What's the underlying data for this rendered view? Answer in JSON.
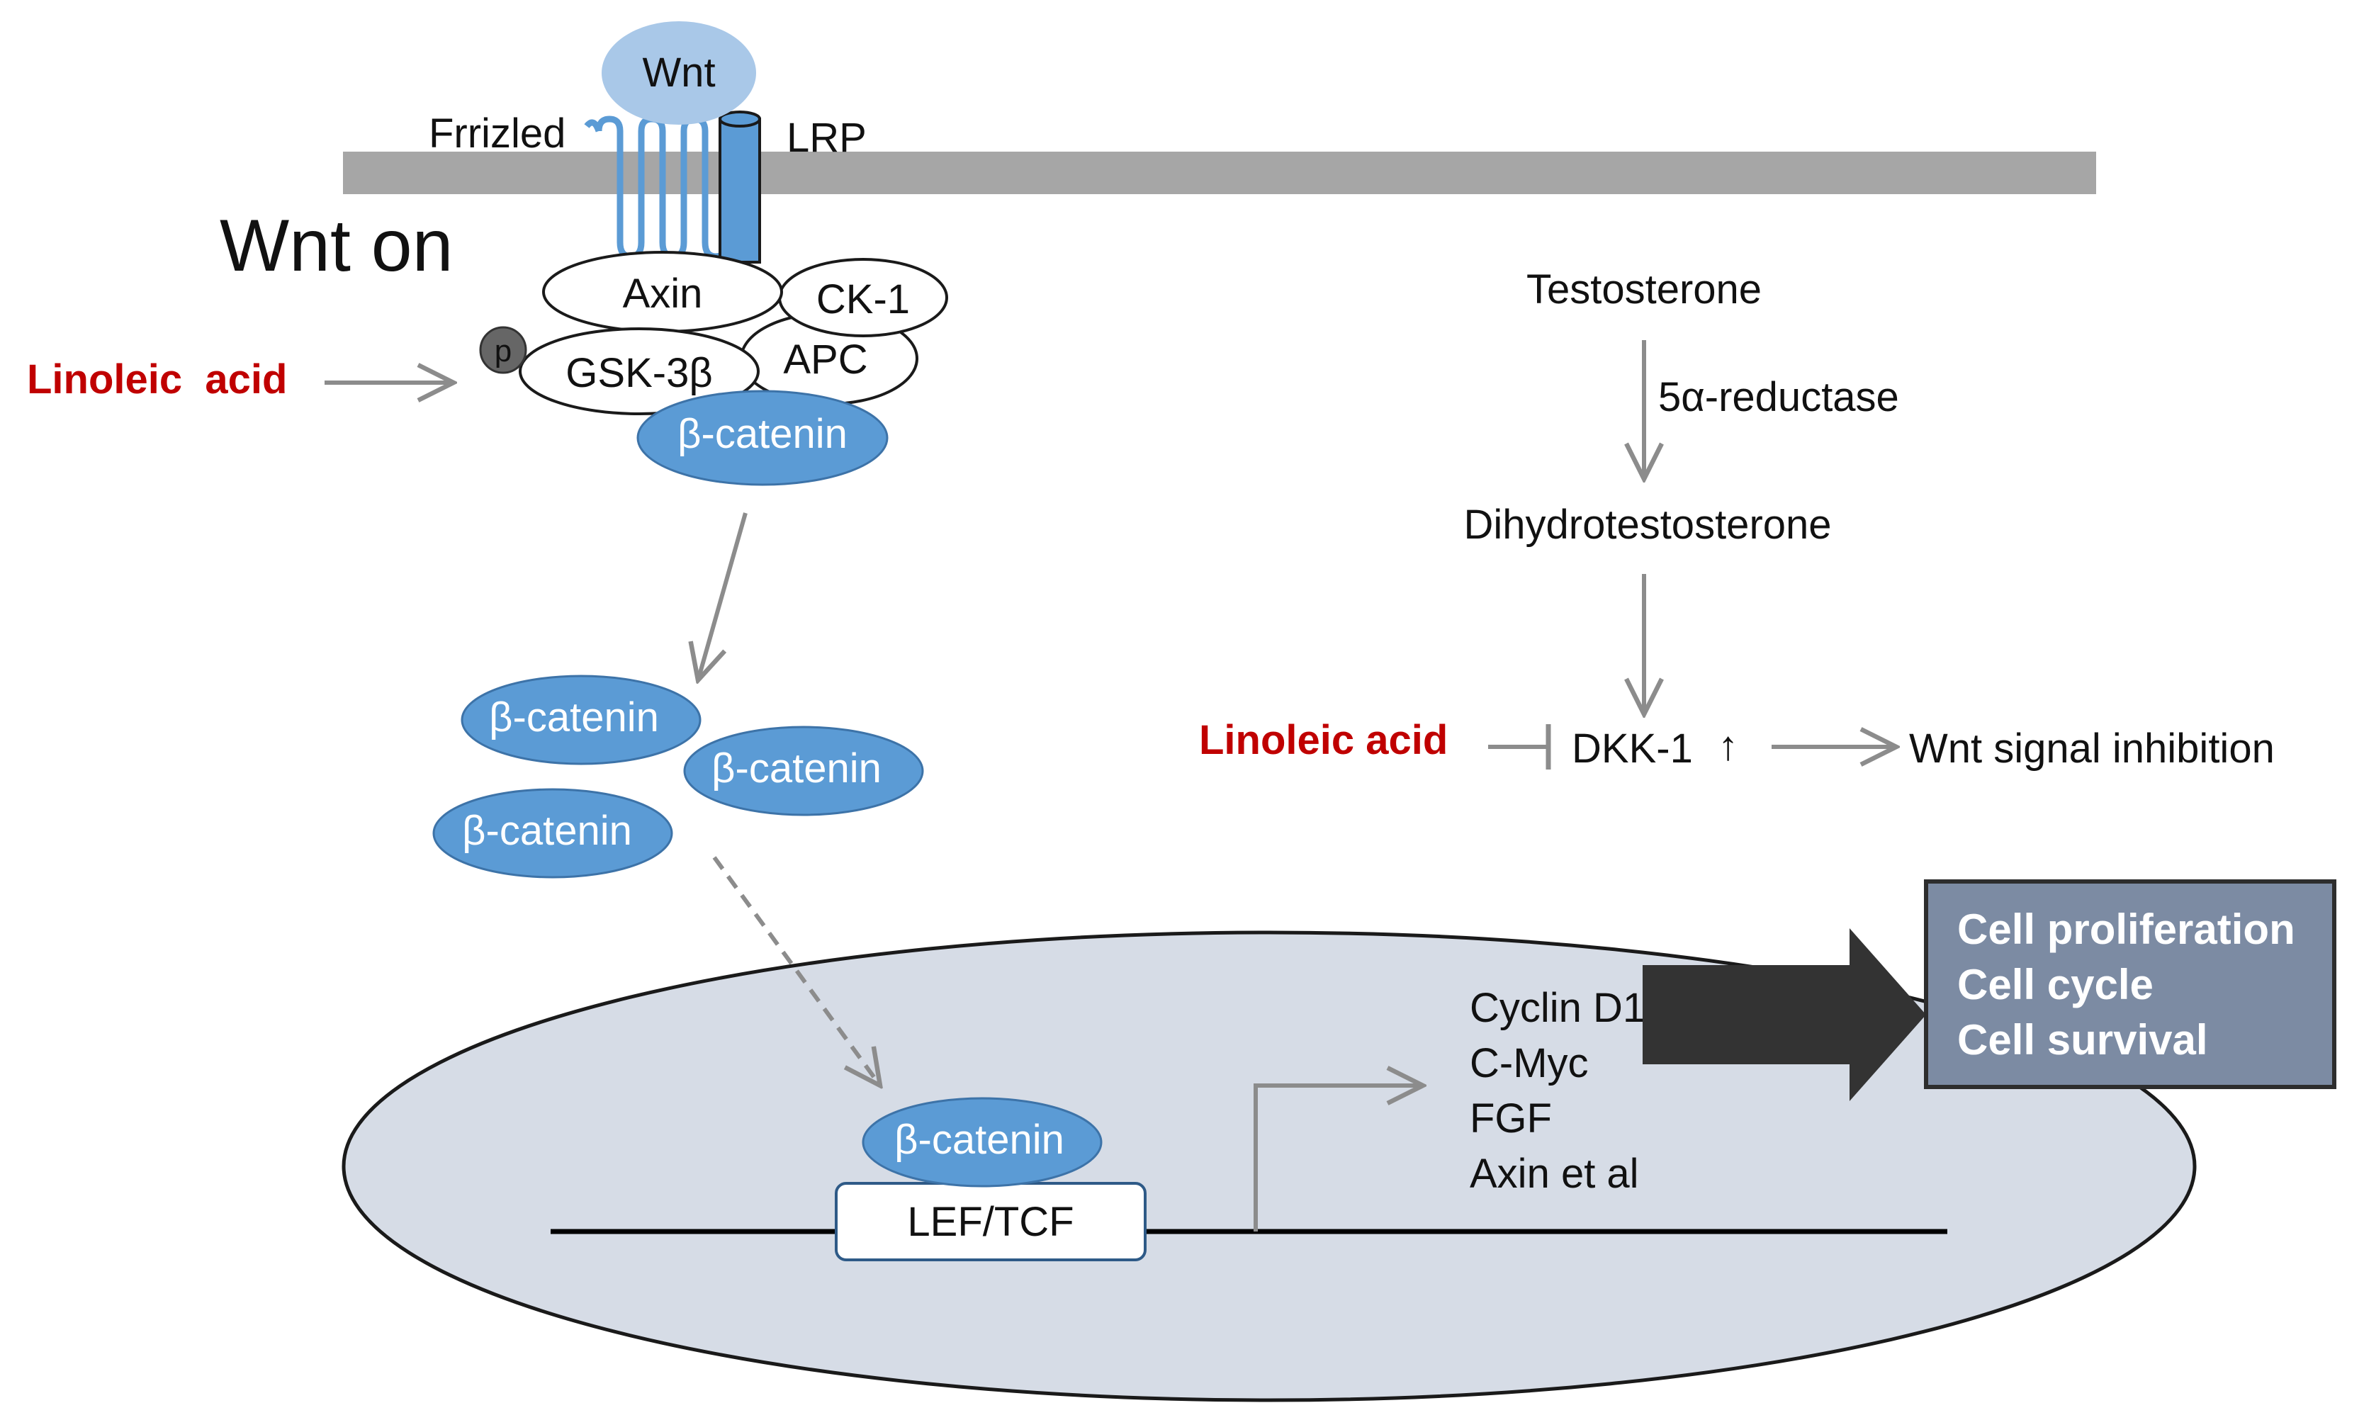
{
  "colors": {
    "blue": "#5b9bd5",
    "blue_dark": "#3d73a8",
    "wnt_blob": "#a9c8e8",
    "membrane": "#a6a6a6",
    "nucleus_fill": "#d6dce6",
    "arrow_gray": "#8c8c8c",
    "inhibitor_red": "#c00000",
    "outcome_box": "#7c8ba3",
    "dark_arrow": "#333333"
  },
  "membrane": {
    "wnt_label": "Wnt",
    "frizzled_label": "Frrizled",
    "lrp_label": "LRP"
  },
  "wnt_on_label": "Wnt on",
  "destruction_complex": {
    "axin": "Axin",
    "ck1": "CK-1",
    "gsk3b": "GSK-3β",
    "apc": "APC",
    "phospho": "p",
    "beta_catenin": "β-catenin"
  },
  "linoleic_left": "Linoleic  acid",
  "cytoplasm_beta_catenins": [
    "β-catenin",
    "β-catenin",
    "β-catenin"
  ],
  "androgen_pathway": {
    "testosterone": "Testosterone",
    "enzyme": "5α-reductase",
    "dht": "Dihydrotestosterone",
    "linoleic": "Linoleic acid",
    "dkk1": "DKK-1",
    "up_arrow": "↑",
    "inhibition": "Wnt signal inhibition"
  },
  "nucleus": {
    "beta_catenin": "β-catenin",
    "lef_tcf": "LEF/TCF",
    "targets": [
      "Cyclin D1",
      "C-Myc",
      "FGF",
      "Axin et al"
    ]
  },
  "outcomes": [
    "Cell proliferation",
    "Cell cycle",
    "Cell survival"
  ]
}
